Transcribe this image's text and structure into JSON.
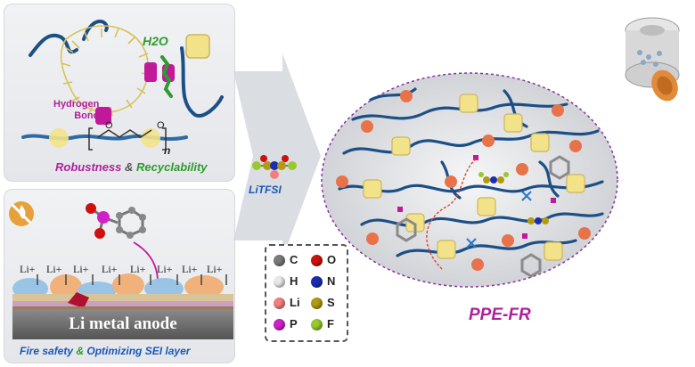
{
  "panel_top": {
    "h2o_label": "H2O",
    "hydrogen_bond_label_line1": "Hydrogen",
    "hydrogen_bond_label_line2": "Bond",
    "polymer_subscript": "n",
    "caption_part1": "Robustness",
    "caption_amp": "&",
    "caption_part2": "Recyclability"
  },
  "panel_bottom": {
    "li_ions": [
      "Li+",
      "Li+",
      "Li+",
      "Li+",
      "Li+",
      "Li+",
      "Li+",
      "Li+"
    ],
    "anode_label": "Li metal anode",
    "caption_part1": "Fire safety",
    "caption_amp": "&",
    "caption_part2": "Optimizing SEI layer",
    "no_fire_icon": "no-fire-icon"
  },
  "salt_label": "LiTFSI",
  "product_label": "PPE-FR",
  "legend": {
    "items": [
      {
        "symbol": "C",
        "color": "#7a7a7a"
      },
      {
        "symbol": "O",
        "color": "#d01010"
      },
      {
        "symbol": "H",
        "color": "#e8e8e8"
      },
      {
        "symbol": "N",
        "color": "#1a2fb0"
      },
      {
        "symbol": "Li",
        "color": "#f08080"
      },
      {
        "symbol": "S",
        "color": "#b39a10"
      },
      {
        "symbol": "P",
        "color": "#d020c8"
      },
      {
        "symbol": "F",
        "color": "#98c830"
      }
    ]
  },
  "colors": {
    "chain": "#1c4f86",
    "crosslinker": "#f2e38a",
    "hbond": "#c2189a",
    "caption_magenta": "#b0209a",
    "caption_green": "#2f9a2f",
    "caption_blue": "#1a57b8",
    "arrow": "#c7cbd2",
    "li_ion": "#e8734a"
  }
}
